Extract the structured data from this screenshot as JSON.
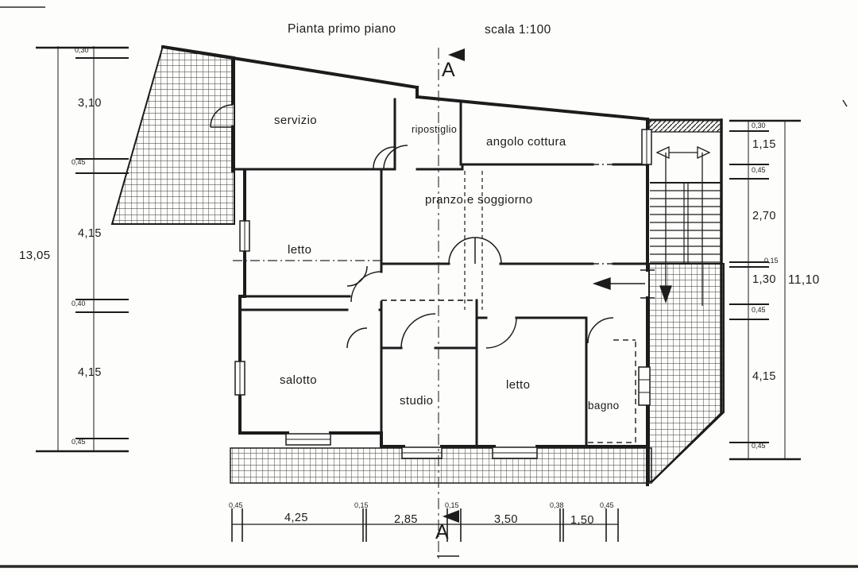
{
  "title": "Pianta primo piano",
  "scale_label": "scala 1:100",
  "section": {
    "label": "A"
  },
  "rooms": {
    "servizio": "servizio",
    "ripostiglio": "ripostiglio",
    "angolo_cottura": "angolo cottura",
    "pranzo_soggiorno": "pranzo e soggiorno",
    "letto_1": "letto",
    "salotto": "salotto",
    "studio": "studio",
    "letto_2": "letto",
    "bagno": "bagno"
  },
  "dimensions": {
    "left": {
      "total": "13,05",
      "chain": [
        "0,30",
        "3,10",
        "0,45",
        "4,15",
        "0,40",
        "4,15",
        "0,45"
      ]
    },
    "right": {
      "total": "11,10",
      "chain": [
        "0,30",
        "1,15",
        "0,45",
        "2,70",
        "0,15",
        "1,30",
        "0,45",
        "4,15",
        "0,45"
      ]
    },
    "bottom": {
      "chain": [
        "0,45",
        "4,25",
        "0,15",
        "2,85",
        "0,15",
        "3,50",
        "0,38",
        "1,50",
        "0,45"
      ]
    }
  },
  "colors": {
    "ink": "#1c1c1c",
    "paper": "#fdfdfb"
  }
}
